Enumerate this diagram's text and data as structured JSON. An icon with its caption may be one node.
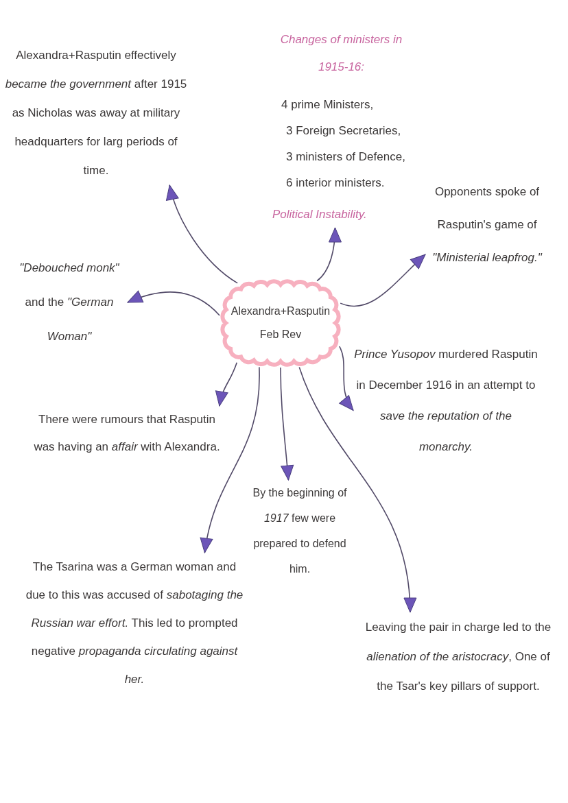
{
  "diagram": {
    "nodes": [
      {
        "text": [
          "Alexandra+Rasputin",
          "Feb Rev"
        ]
      },
      {
        "text": [
          "Alexandra+Rasputin effectively *became the government* after 1915 as Nicholas was away at military headquarters for larg periods of time."
        ]
      },
      {
        "text": [
          "Changes of ministers in 1915-16:",
          "4 prime Ministers,",
          "3 Foreign Secretaries,",
          "3 ministers of Defence,",
          "6 interior ministers.",
          "Political Instability."
        ]
      },
      {
        "text": [
          "Opponents spoke of Rasputin's game of *\"Ministerial leapfrog.\"*"
        ]
      },
      {
        "text": [
          "*\"Debouched monk\"* and the *\"German Woman\"*"
        ]
      },
      {
        "text": [
          "*Prince Yusopov* murdered Rasputin in December 1916 in an attempt to *save the reputation of the monarchy.*"
        ]
      },
      {
        "text": [
          "There were rumours that Rasputin was having an *affair* with Alexandra."
        ]
      },
      {
        "text": [
          "By the beginning of *1917* few were prepared to defend him."
        ]
      },
      {
        "text": [
          "The Tsarina was a German woman and due to this was accused of *sabotaging the Russian war effort.* This led to prompted negative *propaganda circulating against her.*"
        ]
      },
      {
        "text": [
          "Leaving the pair in charge led to the *alienation of the aristocracy*, One of the Tsar's key pillars of support."
        ]
      }
    ],
    "edges": [
      {
        "from": 0,
        "to": 1,
        "arrow": "to"
      },
      {
        "from": 0,
        "to": 2,
        "arrow": "to"
      },
      {
        "from": 0,
        "to": 3,
        "arrow": "to"
      },
      {
        "from": 0,
        "to": 4,
        "arrow": "to"
      },
      {
        "from": 0,
        "to": 5,
        "arrow": "to"
      },
      {
        "from": 0,
        "to": 6,
        "arrow": "to"
      },
      {
        "from": 0,
        "to": 7,
        "arrow": "to"
      },
      {
        "from": 0,
        "to": 8,
        "arrow": "to"
      },
      {
        "from": 0,
        "to": 9,
        "arrow": "to"
      }
    ]
  }
}
